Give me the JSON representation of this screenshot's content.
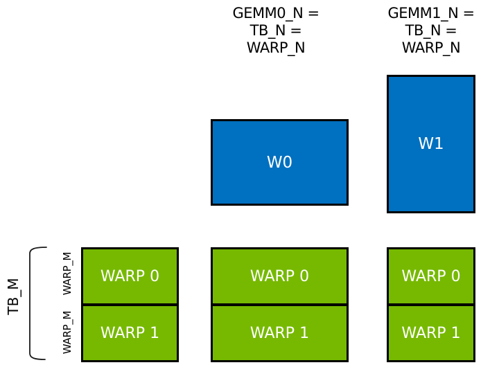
{
  "headers": {
    "gemm0": {
      "line1": "GEMM0_N =",
      "line2": "TB_N =",
      "line3": "WARP_N"
    },
    "gemm1": {
      "line1": "GEMM1_N =",
      "line2": "TB_N =",
      "line3": "WARP_N"
    }
  },
  "blue_boxes": {
    "w0": {
      "label": "W0"
    },
    "w1": {
      "label": "W1"
    }
  },
  "green_columns": [
    {
      "cells": [
        "WARP 0",
        "WARP 1"
      ]
    },
    {
      "cells": [
        "WARP 0",
        "WARP 1"
      ]
    },
    {
      "cells": [
        "WARP 0",
        "WARP 1"
      ]
    }
  ],
  "left_labels": {
    "tb_m": "TB_M",
    "warp_m_top": "WARP_M",
    "warp_m_bottom": "WARP_M"
  },
  "colors": {
    "blue": "#0070C0",
    "green": "#76B900",
    "border": "#000000"
  }
}
